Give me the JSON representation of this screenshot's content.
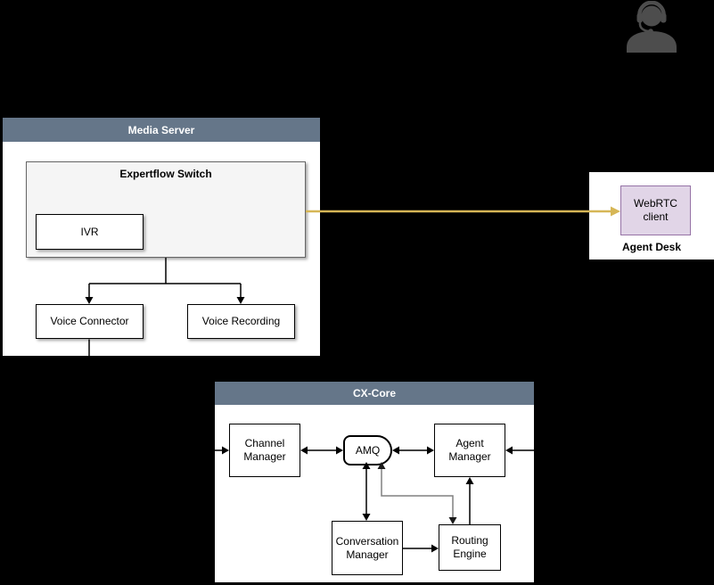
{
  "colors": {
    "canvas-bg": "#000000",
    "header-bg": "#657689",
    "header-text": "#ffffff",
    "node-fill": "#ffffff",
    "node-stroke": "#000000",
    "switch-fill": "#f5f5f5",
    "switch-stroke": "#666666",
    "webrtc-fill": "#e1d5e7",
    "webrtc-stroke": "#9673a6",
    "arrow-yellow": "#d6b656",
    "connector-black": "#000000",
    "connector-gray": "#808080",
    "arrowhead-gray": "#1a1a1a",
    "icon-gray": "#4d4d4d"
  },
  "icons": {
    "agent": "agent-headset-icon"
  },
  "media_server": {
    "title": "Media Server",
    "expertflow_switch": {
      "title": "Expertflow Switch",
      "ivr_label": "IVR"
    },
    "voice_connector_label": "Voice Connector",
    "voice_recording_label": "Voice Recording"
  },
  "agent_desk": {
    "title": "Agent Desk",
    "webrtc_label": "WebRTC client"
  },
  "cx_core": {
    "title": "CX-Core",
    "channel_manager_label": "Channel Manager",
    "amq_label": "AMQ",
    "agent_manager_label": "Agent Manager",
    "conversation_manager_label": "Conversation Manager",
    "routing_engine_label": "Routing Engine"
  }
}
